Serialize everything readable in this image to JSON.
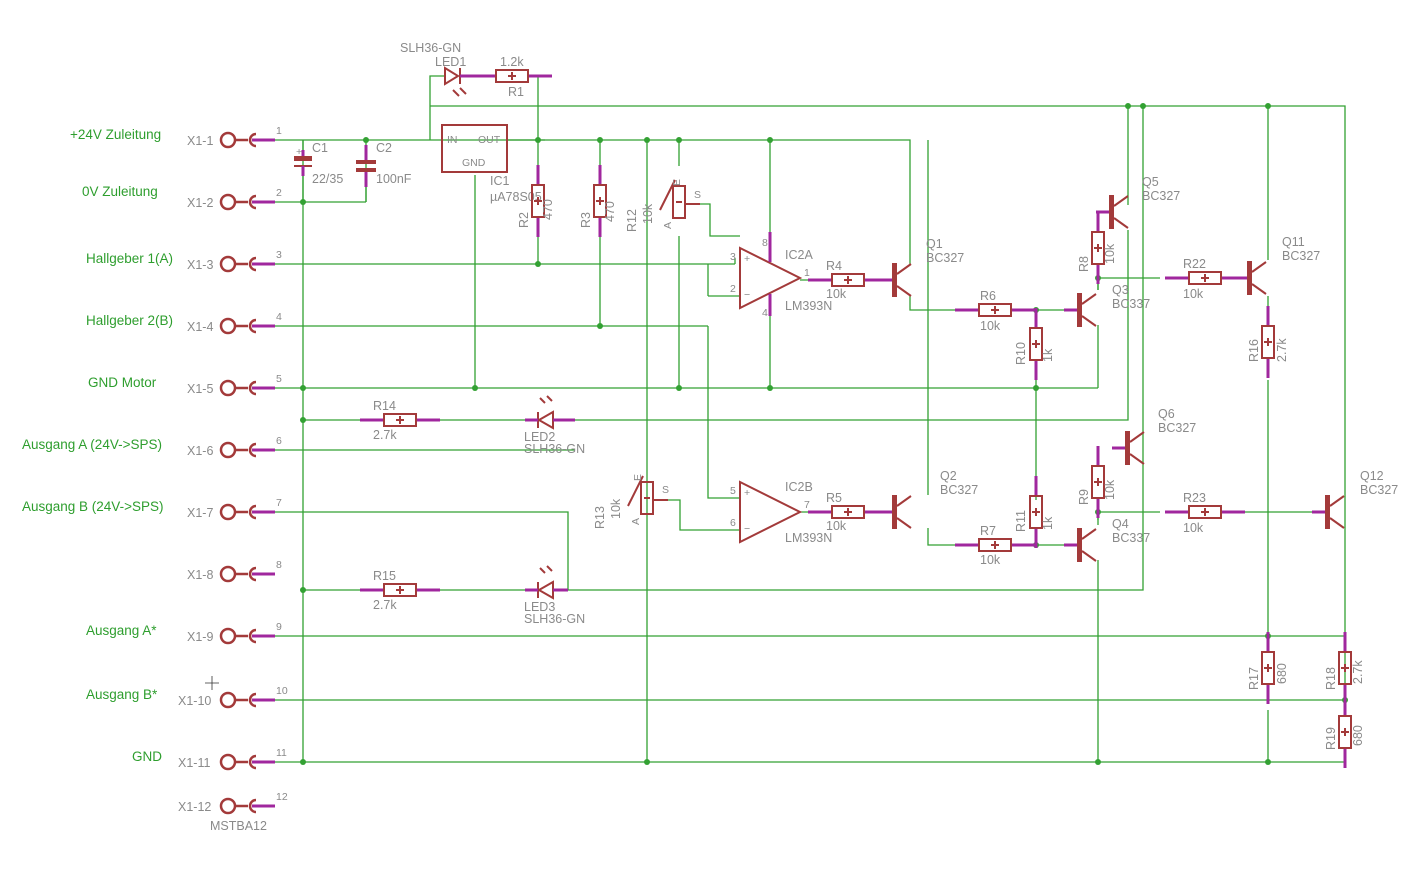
{
  "connector": {
    "name": "MSTBA12",
    "pins": [
      {
        "pin": "1",
        "ref": "X1-1",
        "net": "+24V Zuleitung"
      },
      {
        "pin": "2",
        "ref": "X1-2",
        "net": "0V Zuleitung"
      },
      {
        "pin": "3",
        "ref": "X1-3",
        "net": "Hallgeber 1(A)"
      },
      {
        "pin": "4",
        "ref": "X1-4",
        "net": "Hallgeber 2(B)"
      },
      {
        "pin": "5",
        "ref": "X1-5",
        "net": "GND Motor"
      },
      {
        "pin": "6",
        "ref": "X1-6",
        "net": "Ausgang A (24V->SPS)"
      },
      {
        "pin": "7",
        "ref": "X1-7",
        "net": "Ausgang B (24V->SPS)"
      },
      {
        "pin": "8",
        "ref": "X1-8",
        "net": ""
      },
      {
        "pin": "9",
        "ref": "X1-9",
        "net": "Ausgang A*"
      },
      {
        "pin": "10",
        "ref": "X1-10",
        "net": "Ausgang B*"
      },
      {
        "pin": "11",
        "ref": "X1-11",
        "net": "GND"
      },
      {
        "pin": "12",
        "ref": "X1-12",
        "net": ""
      }
    ]
  },
  "parts": {
    "C1": {
      "name": "C1",
      "value": "22/35"
    },
    "C2": {
      "name": "C2",
      "value": "100nF"
    },
    "IC1": {
      "name": "IC1",
      "value": "µA78S05",
      "in": "IN",
      "out": "OUT",
      "gnd": "GND"
    },
    "LED1": {
      "name": "LED1",
      "value": "SLH36-GN"
    },
    "LED2": {
      "name": "LED2",
      "value": "SLH36-GN"
    },
    "LED3": {
      "name": "LED3",
      "value": "SLH36-GN"
    },
    "R1": {
      "name": "R1",
      "value": "1.2k"
    },
    "R2": {
      "name": "R2",
      "value": "470"
    },
    "R3": {
      "name": "R3",
      "value": "470"
    },
    "R4": {
      "name": "R4",
      "value": "10k"
    },
    "R5": {
      "name": "R5",
      "value": "10k"
    },
    "R6": {
      "name": "R6",
      "value": "10k"
    },
    "R7": {
      "name": "R7",
      "value": "10k"
    },
    "R8": {
      "name": "R8",
      "value": "10k"
    },
    "R9": {
      "name": "R9",
      "value": "10k"
    },
    "R10": {
      "name": "R10",
      "value": "1k"
    },
    "R11": {
      "name": "R11",
      "value": "1k"
    },
    "R12": {
      "name": "R12",
      "value": "10k"
    },
    "R13": {
      "name": "R13",
      "value": "10k"
    },
    "R14": {
      "name": "R14",
      "value": "2.7k"
    },
    "R15": {
      "name": "R15",
      "value": "2.7k"
    },
    "R16": {
      "name": "R16",
      "value": "2.7k"
    },
    "R17": {
      "name": "R17",
      "value": "680"
    },
    "R18": {
      "name": "R18",
      "value": "2.7k"
    },
    "R19": {
      "name": "R19",
      "value": "680"
    },
    "R22": {
      "name": "R22",
      "value": "10k"
    },
    "R23": {
      "name": "R23",
      "value": "10k"
    },
    "IC2A": {
      "name": "IC2A",
      "value": "LM393N"
    },
    "IC2B": {
      "name": "IC2B",
      "value": "LM393N"
    },
    "Q1": {
      "name": "Q1",
      "value": "BC327"
    },
    "Q2": {
      "name": "Q2",
      "value": "BC327"
    },
    "Q3": {
      "name": "Q3",
      "value": "BC337"
    },
    "Q4": {
      "name": "Q4",
      "value": "BC337"
    },
    "Q5": {
      "name": "Q5",
      "value": "BC327"
    },
    "Q6": {
      "name": "Q6",
      "value": "BC327"
    },
    "Q11": {
      "name": "Q11",
      "value": "BC327"
    },
    "Q12": {
      "name": "Q12",
      "value": "BC327"
    }
  },
  "pinlabels": {
    "a": "A",
    "e": "E",
    "s": "S",
    "pin1": "1",
    "pin2": "2",
    "pin3": "3",
    "pin4": "4",
    "pin5": "5",
    "pin6": "6",
    "pin7": "7",
    "pin8": "8",
    "plus": "+",
    "minus": "−"
  },
  "colors": {
    "wire": "#33a133",
    "component": "#a33a3a",
    "pin": "#a0279e",
    "net_label": "#2e9e2e",
    "part_label": "#8a8a8a",
    "background": "#ffffff"
  }
}
